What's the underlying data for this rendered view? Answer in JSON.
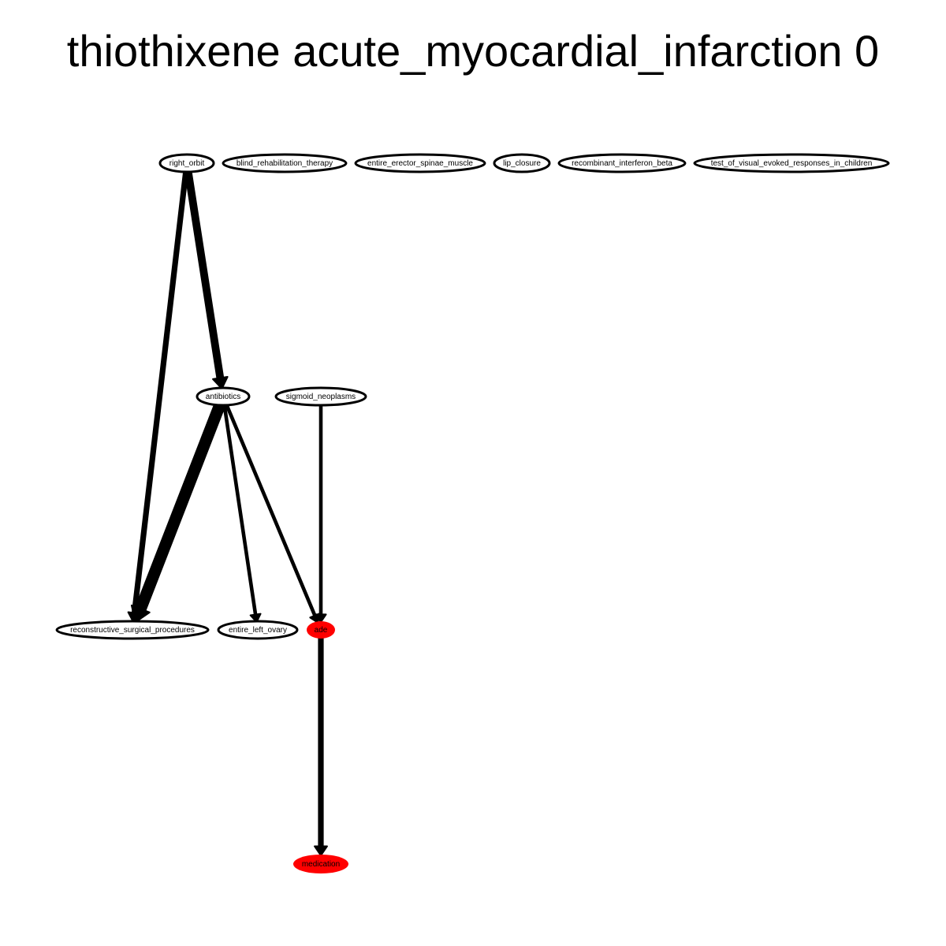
{
  "title": "thiothixene acute_myocardial_infarction 0",
  "colors": {
    "node_fill": "#ffffff",
    "highlight_fill": "#ff0000",
    "stroke": "#000000",
    "background": "#ffffff"
  },
  "nodes": [
    {
      "id": "right_orbit",
      "label": "right_orbit",
      "highlight": false
    },
    {
      "id": "blind_rehabilitation_therapy",
      "label": "blind_rehabilitation_therapy",
      "highlight": false
    },
    {
      "id": "entire_erector_spinae_muscle",
      "label": "entire_erector_spinae_muscle",
      "highlight": false
    },
    {
      "id": "lip_closure",
      "label": "lip_closure",
      "highlight": false
    },
    {
      "id": "recombinant_interferon_beta",
      "label": "recombinant_interferon_beta",
      "highlight": false
    },
    {
      "id": "test_of_visual_evoked_responses_in_children",
      "label": "test_of_visual_evoked_responses_in_children",
      "highlight": false
    },
    {
      "id": "antibiotics",
      "label": "antibiotics",
      "highlight": false
    },
    {
      "id": "sigmoid_neoplasms",
      "label": "sigmoid_neoplasms",
      "highlight": false
    },
    {
      "id": "reconstructive_surgical_procedures",
      "label": "reconstructive_surgical_procedures",
      "highlight": false
    },
    {
      "id": "entire_left_ovary",
      "label": "entire_left_ovary",
      "highlight": false
    },
    {
      "id": "ade",
      "label": "ade",
      "highlight": true
    },
    {
      "id": "medication",
      "label": "medication",
      "highlight": true
    }
  ],
  "edges": [
    {
      "from": "right_orbit",
      "to": "antibiotics",
      "weight": 3
    },
    {
      "from": "right_orbit",
      "to": "reconstructive_surgical_procedures",
      "weight": 2
    },
    {
      "from": "antibiotics",
      "to": "reconstructive_surgical_procedures",
      "weight": 5
    },
    {
      "from": "antibiotics",
      "to": "entire_left_ovary",
      "weight": 1
    },
    {
      "from": "antibiotics",
      "to": "ade",
      "weight": 1
    },
    {
      "from": "sigmoid_neoplasms",
      "to": "ade",
      "weight": 1
    },
    {
      "from": "ade",
      "to": "medication",
      "weight": 2
    }
  ]
}
